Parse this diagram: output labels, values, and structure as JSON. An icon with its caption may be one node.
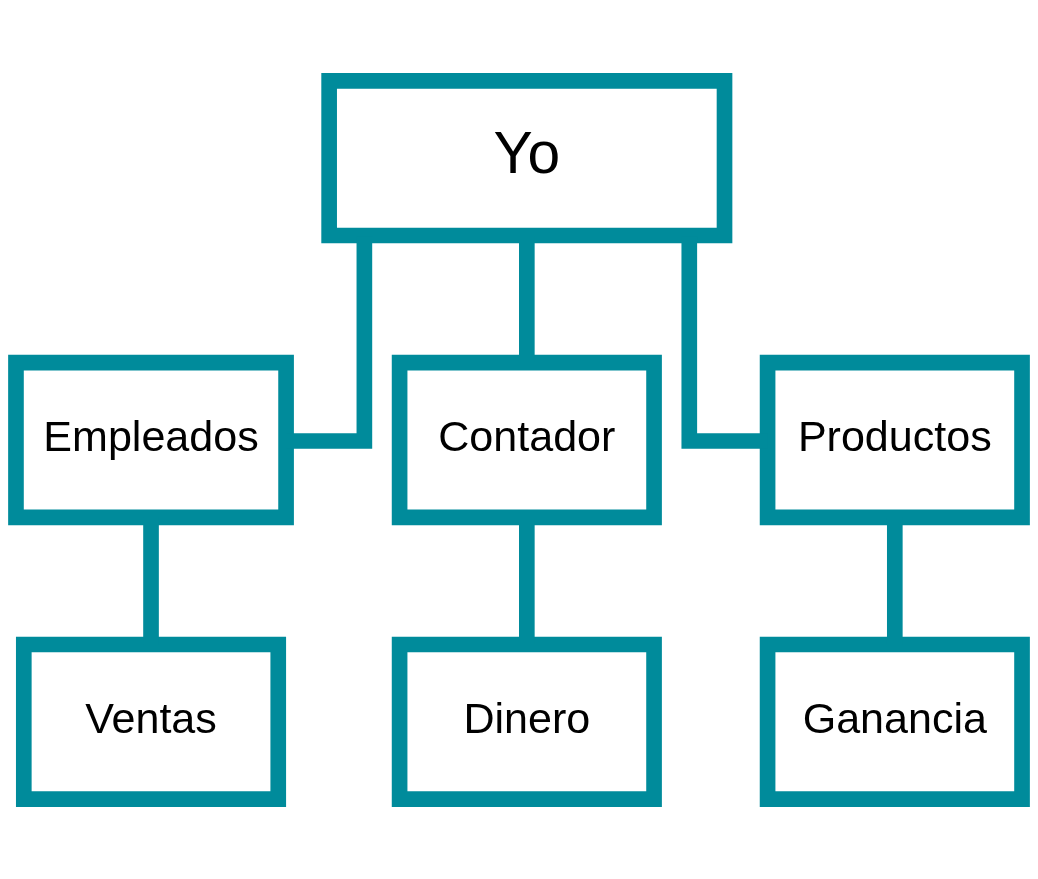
{
  "diagram": {
    "nodes": [
      {
        "text": [
          "Yo"
        ]
      },
      {
        "text": [
          "Empleados"
        ]
      },
      {
        "text": [
          "Contador"
        ]
      },
      {
        "text": [
          "Productos"
        ]
      },
      {
        "text": [
          "Ventas"
        ]
      },
      {
        "text": [
          "Dinero"
        ]
      },
      {
        "text": [
          "Ganancia"
        ]
      }
    ],
    "edges": [
      {
        "from": 0,
        "to": 1,
        "arrow": "none"
      },
      {
        "from": 0,
        "to": 2,
        "arrow": "none"
      },
      {
        "from": 0,
        "to": 3,
        "arrow": "none"
      },
      {
        "from": 1,
        "to": 4,
        "arrow": "none"
      },
      {
        "from": 2,
        "to": 5,
        "arrow": "none"
      },
      {
        "from": 3,
        "to": 6,
        "arrow": "none"
      }
    ]
  }
}
